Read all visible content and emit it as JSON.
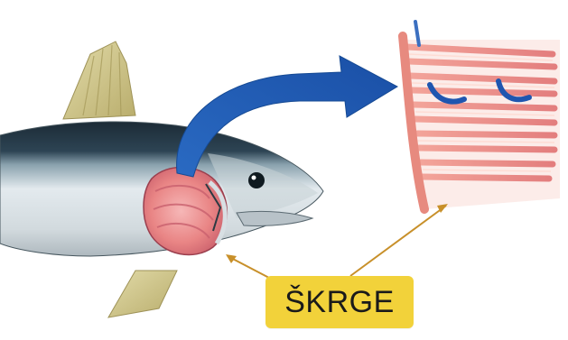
{
  "label": {
    "text": "ŠKRGE"
  },
  "colors": {
    "background": "#ffffff",
    "label_fill": "#f2d23a",
    "leader_line": "#c8902a",
    "arrow": "#1f5fb3",
    "gill_pink": "#e98a8a",
    "fish_back": "#1e2e3a",
    "fish_belly": "#dfe6ea",
    "fin_yellow": "#cfc48a"
  },
  "icons": [
    "fish-illustration",
    "gill-closeup-illustration",
    "curved-arrow"
  ]
}
